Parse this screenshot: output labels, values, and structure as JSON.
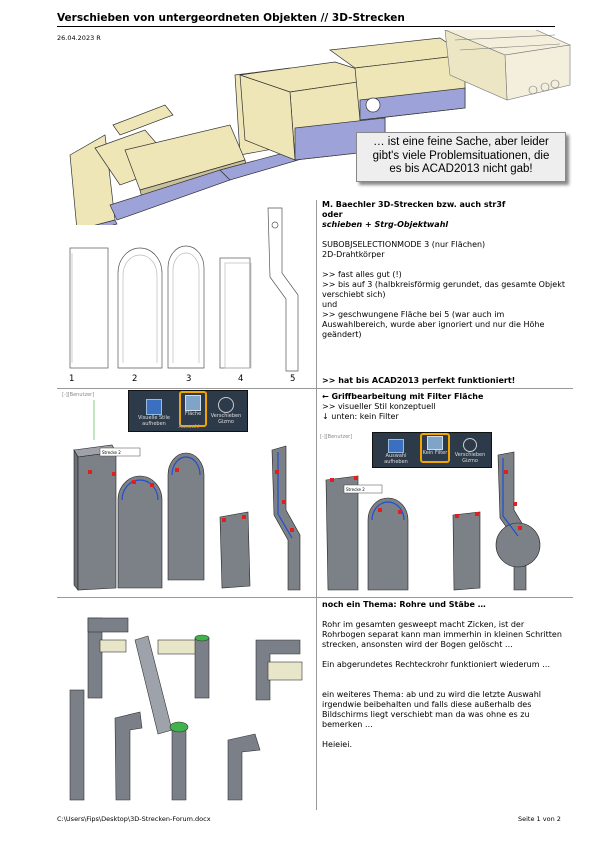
{
  "page": {
    "title": "Verschieben von untergeordneten Objekten // 3D-Strecken",
    "date": "26.04.2023 R",
    "footer_path": "C:\\Users\\Fips\\Desktop\\3D-Strecken-Forum.docx",
    "footer_page": "Seite 1 von 2"
  },
  "callout": {
    "line1": "… ist eine feine Sache, aber leider",
    "line2": "gibt's viele Problemsituationen, die",
    "line3": "es bis ACAD2013 nicht gab!"
  },
  "section1": {
    "heading": "M. Baechler 3D-Strecken bzw. auch str3f",
    "oder": "oder",
    "schieben": "schieben + Strg-Objektwahl",
    "line_subobj": "SUBOBJSELECTIONMODE 3 (nur Flächen)",
    "line_draht": "2D-Drahtkörper",
    "line_fast": ">> fast alles gut (!)",
    "line_bis3": ">> bis auf 3 (halbkreisförmig gerundet, das gesamte Objekt verschiebt sich)",
    "line_und": "und",
    "line_geschw": ">> geschwungene Fläche bei 5 (war auch im Auswahlbereich, wurde aber ignoriert und nur die Höhe geändert)",
    "line_perfekt": ">> hat bis ACAD2013 perfekt funktioniert!",
    "labels": [
      "1",
      "2",
      "3",
      "4",
      "5"
    ]
  },
  "section2": {
    "heading": "← Griffbearbeitung mit Filter Fläche",
    "line_stil": ">> visueller Stil konzeptuell",
    "line_unten": "↓ unten: kein Filter",
    "toolbar_left": {
      "btn1": "Visuelle Stile aufheben",
      "btn2": "Fläche",
      "btn3": "Verschieben Gizmo",
      "panel": "Auswahl"
    },
    "toolbar_right": {
      "btn1": "Auswahl aufheben",
      "btn2": "Kein Filter",
      "btn3": "Verschieben Gizmo"
    }
  },
  "section3": {
    "heading": "noch ein Thema: Rohre und Stäbe …",
    "p1": "Rohr im gesamten gesweept macht Zicken, ist der Rohrbogen separat kann man immerhin in kleinen Schritten strecken, ansonsten wird der Bogen gelöscht …",
    "p2": "Ein abgerundetes Rechteckrohr funktioniert wiederum …",
    "p3": "ein weiteres Thema: ab und zu wird die letzte Auswahl irgendwie beibehalten und falls diese außerhalb des Bildschirms liegt verschiebt man da was ohne es zu bemerken …",
    "p4": "Heieiei."
  },
  "colors": {
    "wood": "#efe6b8",
    "panel_blue": "#9da3d8",
    "pipe_gray": "#7b7f88",
    "highlight": "#f0a500",
    "grip_blue": "#1f4fd0",
    "grip_red": "#e02020"
  }
}
